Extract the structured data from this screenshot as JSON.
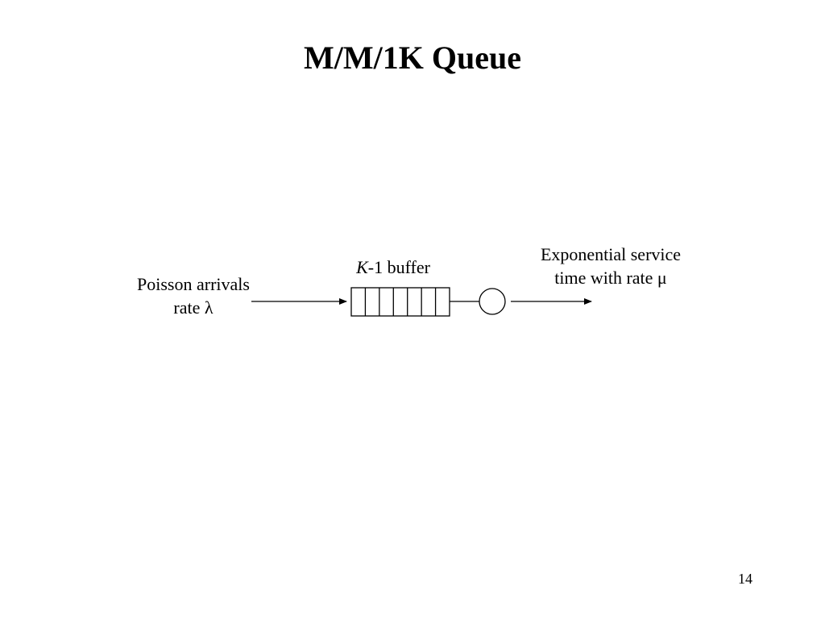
{
  "slide": {
    "title": "M/M/1K Queue",
    "page_number": "14"
  },
  "diagram": {
    "arrivals": {
      "line1": "Poisson arrivals",
      "line2": "rate λ"
    },
    "buffer": {
      "k_symbol": "K",
      "suffix": "-1 buffer",
      "slot_count": 7
    },
    "service": {
      "line1": "Exponential service",
      "line2": "time with rate μ"
    }
  }
}
